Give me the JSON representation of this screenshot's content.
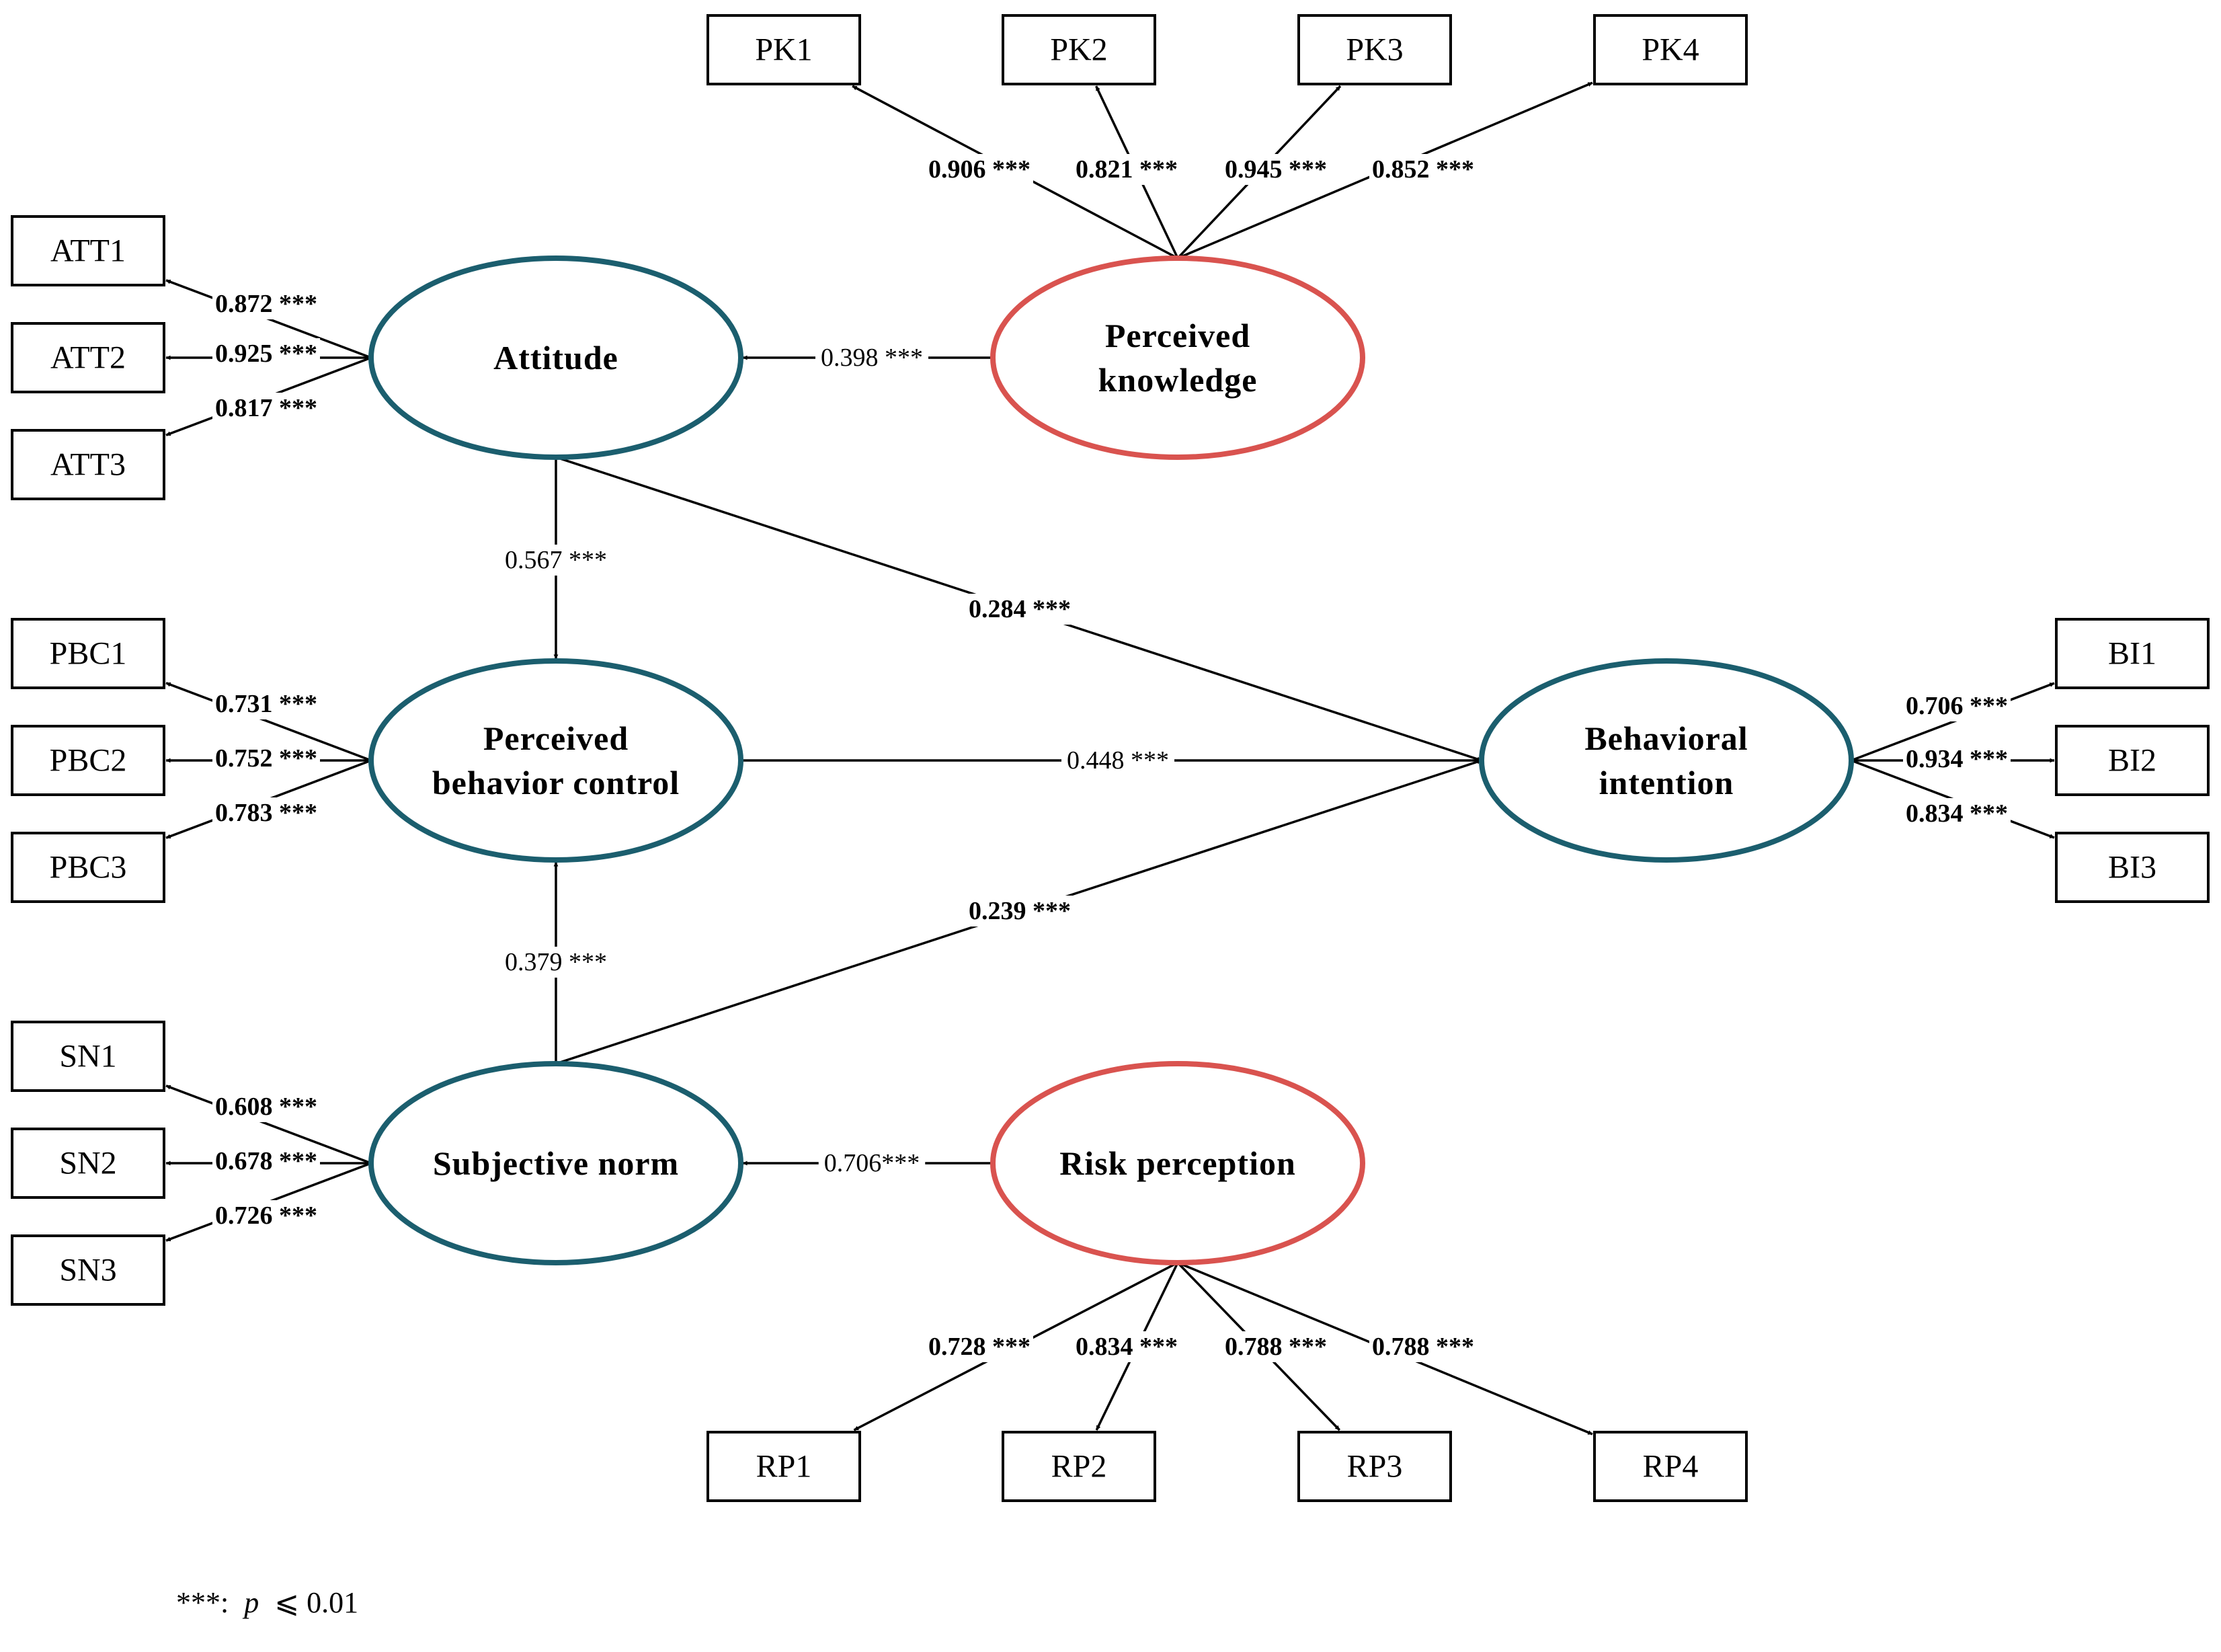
{
  "constructs": [
    {
      "id": "attitude",
      "lines": [
        "Attitude"
      ],
      "color": "teal"
    },
    {
      "id": "pbc",
      "lines": [
        "Perceived",
        "behavior control"
      ],
      "color": "teal"
    },
    {
      "id": "sn",
      "lines": [
        "Subjective norm"
      ],
      "color": "teal"
    },
    {
      "id": "pk",
      "lines": [
        "Perceived",
        "knowledge"
      ],
      "color": "red"
    },
    {
      "id": "rp",
      "lines": [
        "Risk perception"
      ],
      "color": "red"
    },
    {
      "id": "bi",
      "lines": [
        "Behavioral",
        "intention"
      ],
      "color": "teal"
    }
  ],
  "indicators": [
    {
      "id": "PK1",
      "label": "PK1"
    },
    {
      "id": "PK2",
      "label": "PK2"
    },
    {
      "id": "PK3",
      "label": "PK3"
    },
    {
      "id": "PK4",
      "label": "PK4"
    },
    {
      "id": "ATT1",
      "label": "ATT1"
    },
    {
      "id": "ATT2",
      "label": "ATT2"
    },
    {
      "id": "ATT3",
      "label": "ATT3"
    },
    {
      "id": "PBC1",
      "label": "PBC1"
    },
    {
      "id": "PBC2",
      "label": "PBC2"
    },
    {
      "id": "PBC3",
      "label": "PBC3"
    },
    {
      "id": "SN1",
      "label": "SN1"
    },
    {
      "id": "SN2",
      "label": "SN2"
    },
    {
      "id": "SN3",
      "label": "SN3"
    },
    {
      "id": "BI1",
      "label": "BI1"
    },
    {
      "id": "BI2",
      "label": "BI2"
    },
    {
      "id": "BI3",
      "label": "BI3"
    },
    {
      "id": "RP1",
      "label": "RP1"
    },
    {
      "id": "RP2",
      "label": "RP2"
    },
    {
      "id": "RP3",
      "label": "RP3"
    },
    {
      "id": "RP4",
      "label": "RP4"
    }
  ],
  "loadings": [
    {
      "from": "pk",
      "to": "PK1",
      "label": "0.906 ***"
    },
    {
      "from": "pk",
      "to": "PK2",
      "label": "0.821 ***"
    },
    {
      "from": "pk",
      "to": "PK3",
      "label": "0.945 ***"
    },
    {
      "from": "pk",
      "to": "PK4",
      "label": "0.852 ***"
    },
    {
      "from": "attitude",
      "to": "ATT1",
      "label": "0.872 ***"
    },
    {
      "from": "attitude",
      "to": "ATT2",
      "label": "0.925 ***"
    },
    {
      "from": "attitude",
      "to": "ATT3",
      "label": "0.817 ***"
    },
    {
      "from": "pbc",
      "to": "PBC1",
      "label": "0.731 ***"
    },
    {
      "from": "pbc",
      "to": "PBC2",
      "label": "0.752 ***"
    },
    {
      "from": "pbc",
      "to": "PBC3",
      "label": "0.783 ***"
    },
    {
      "from": "sn",
      "to": "SN1",
      "label": "0.608 ***"
    },
    {
      "from": "sn",
      "to": "SN2",
      "label": "0.678 ***"
    },
    {
      "from": "sn",
      "to": "SN3",
      "label": "0.726 ***"
    },
    {
      "from": "bi",
      "to": "BI1",
      "label": "0.706 ***"
    },
    {
      "from": "bi",
      "to": "BI2",
      "label": "0.934 ***"
    },
    {
      "from": "bi",
      "to": "BI3",
      "label": "0.834 ***"
    },
    {
      "from": "rp",
      "to": "RP1",
      "label": "0.728 ***"
    },
    {
      "from": "rp",
      "to": "RP2",
      "label": "0.834 ***"
    },
    {
      "from": "rp",
      "to": "RP3",
      "label": "0.788 ***"
    },
    {
      "from": "rp",
      "to": "RP4",
      "label": "0.788 ***"
    }
  ],
  "paths": [
    {
      "from": "pk",
      "to": "attitude",
      "label": "0.398 ***"
    },
    {
      "from": "attitude",
      "to": "pbc",
      "label": "0.567 ***"
    },
    {
      "from": "attitude",
      "to": "bi",
      "label": "0.284 ***"
    },
    {
      "from": "pbc",
      "to": "bi",
      "label": "0.448 ***"
    },
    {
      "from": "sn",
      "to": "pbc",
      "label": "0.379 ***"
    },
    {
      "from": "sn",
      "to": "bi",
      "label": "0.239 ***"
    },
    {
      "from": "rp",
      "to": "sn",
      "label": "0.706***"
    }
  ],
  "note": {
    "stars": "***:",
    "p": "p",
    "rel": "⩽ 0.01"
  }
}
